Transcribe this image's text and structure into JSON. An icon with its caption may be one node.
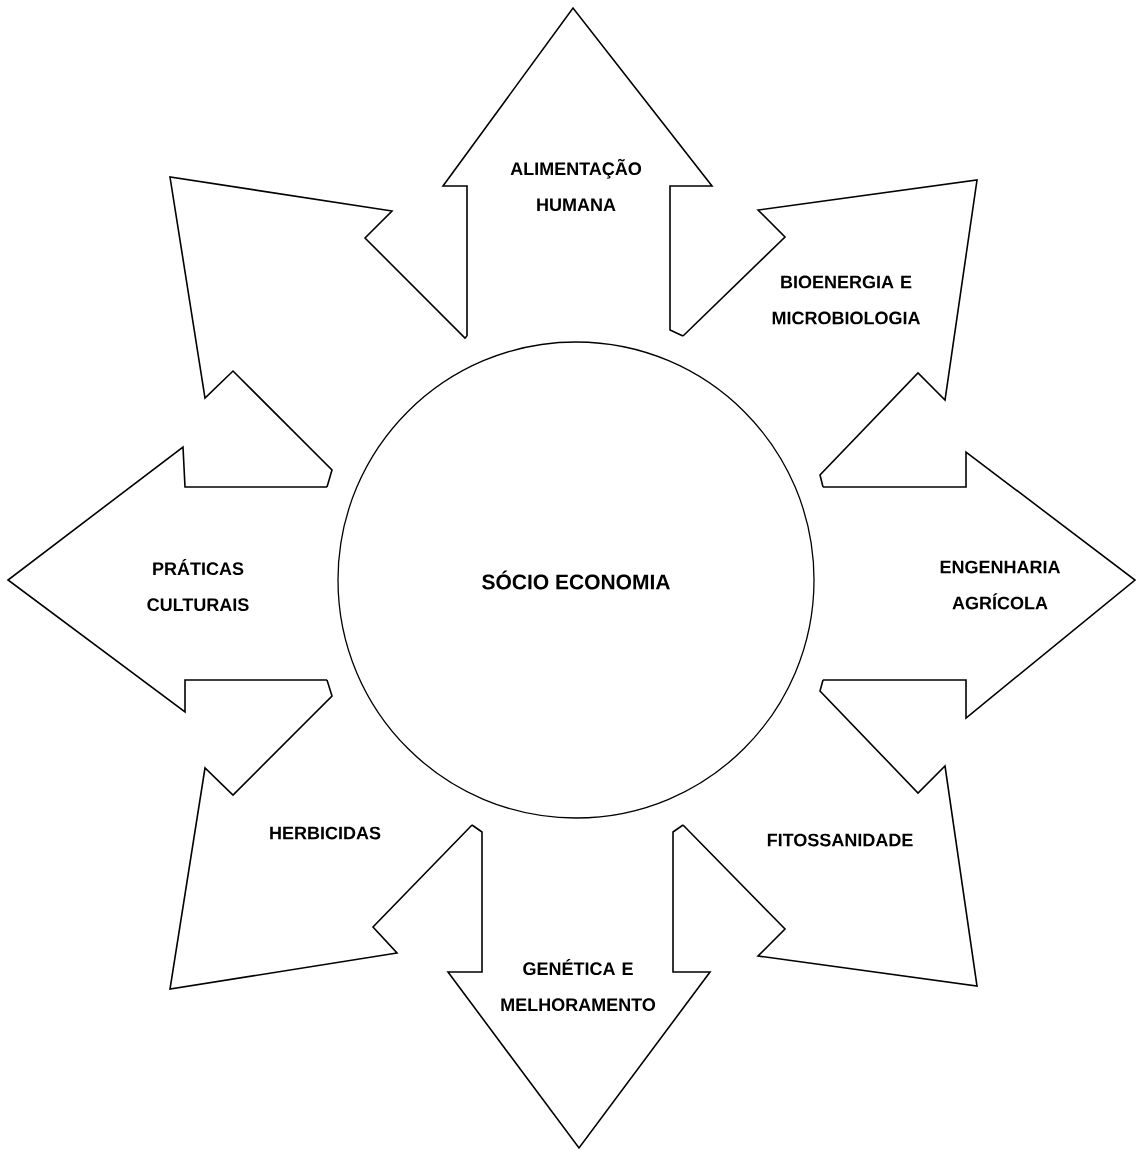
{
  "diagram": {
    "nodes": [
      {
        "text": [
          "ALIMENTAÇÃO HUMANA"
        ]
      },
      {
        "text": [
          "BIOENERGIA E MICROBIOLOGIA"
        ]
      },
      {
        "text": [
          "ENGENHARIA AGRÍCOLA"
        ]
      },
      {
        "text": [
          "FITOSSANIDADE"
        ]
      },
      {
        "text": [
          "GENÉTICA E MELHORAMENTO"
        ]
      },
      {
        "text": [
          "HERBICIDAS"
        ]
      },
      {
        "text": [
          "PRÁTICAS CULTURAIS"
        ]
      },
      {
        "text": [],
        "shape": "arrow"
      },
      {
        "text": [
          "SÓCIO ECONOMIA"
        ]
      }
    ]
  }
}
